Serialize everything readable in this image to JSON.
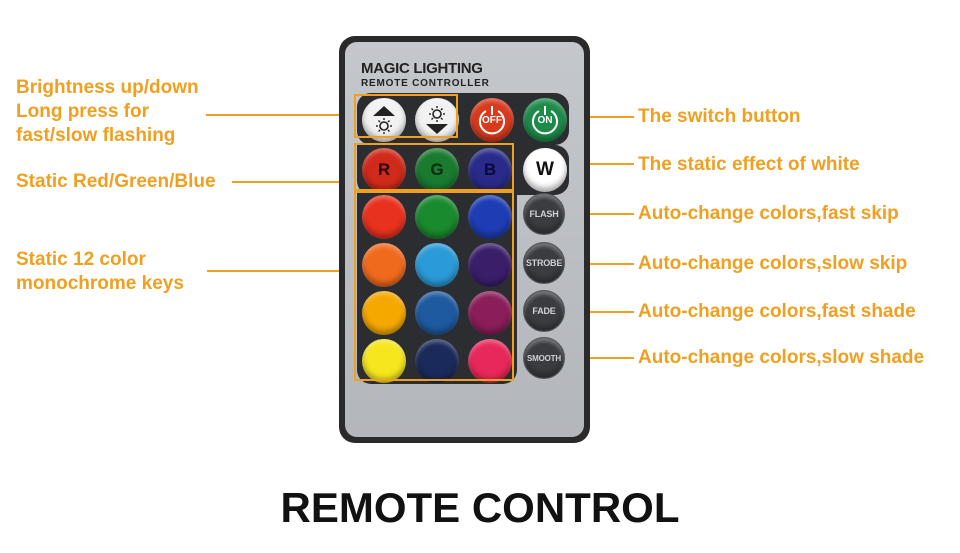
{
  "remote": {
    "brand_line1": "MAGIC LIGHTING",
    "brand_line2": "REMOTE CONTROLLER",
    "buttons": {
      "off_label": "OFF",
      "on_label": "ON",
      "white_label": "W",
      "red_label": "R",
      "green_label": "G",
      "blue_label": "B",
      "flash_label": "FLASH",
      "strobe_label": "STROBE",
      "fade_label": "FADE",
      "smooth_label": "SMOOTH"
    },
    "brightness_icons": [
      "brightness-up-icon",
      "brightness-down-icon"
    ],
    "color_keys": [
      "#e8321e",
      "#1a8a2e",
      "#1e3cb4",
      "#f06a1e",
      "#2a9ad8",
      "#3a1e6a",
      "#f5a800",
      "#1e5aa0",
      "#8a1e5a",
      "#f5e61e",
      "#1a2a5a",
      "#e8285a"
    ],
    "colors": {
      "accent": "#f0a020",
      "off_button": "#d83a1e",
      "on_button": "#1e8a4a",
      "white_button": "#ffffff"
    }
  },
  "callouts": {
    "brightness_line1": "Brightness up/down",
    "brightness_line2": "Long press for",
    "brightness_line3": "fast/slow flashing",
    "static_rgb": "Static Red/Green/Blue",
    "static12_line1": "Static 12 color",
    "static12_line2": "monochrome keys",
    "switch": "The switch button",
    "white": "The static effect of white",
    "flash": "Auto-change colors,fast skip",
    "strobe": "Auto-change colors,slow skip",
    "fade": "Auto-change colors,fast shade",
    "smooth": "Auto-change colors,slow shade"
  },
  "title": "REMOTE CONTROL"
}
